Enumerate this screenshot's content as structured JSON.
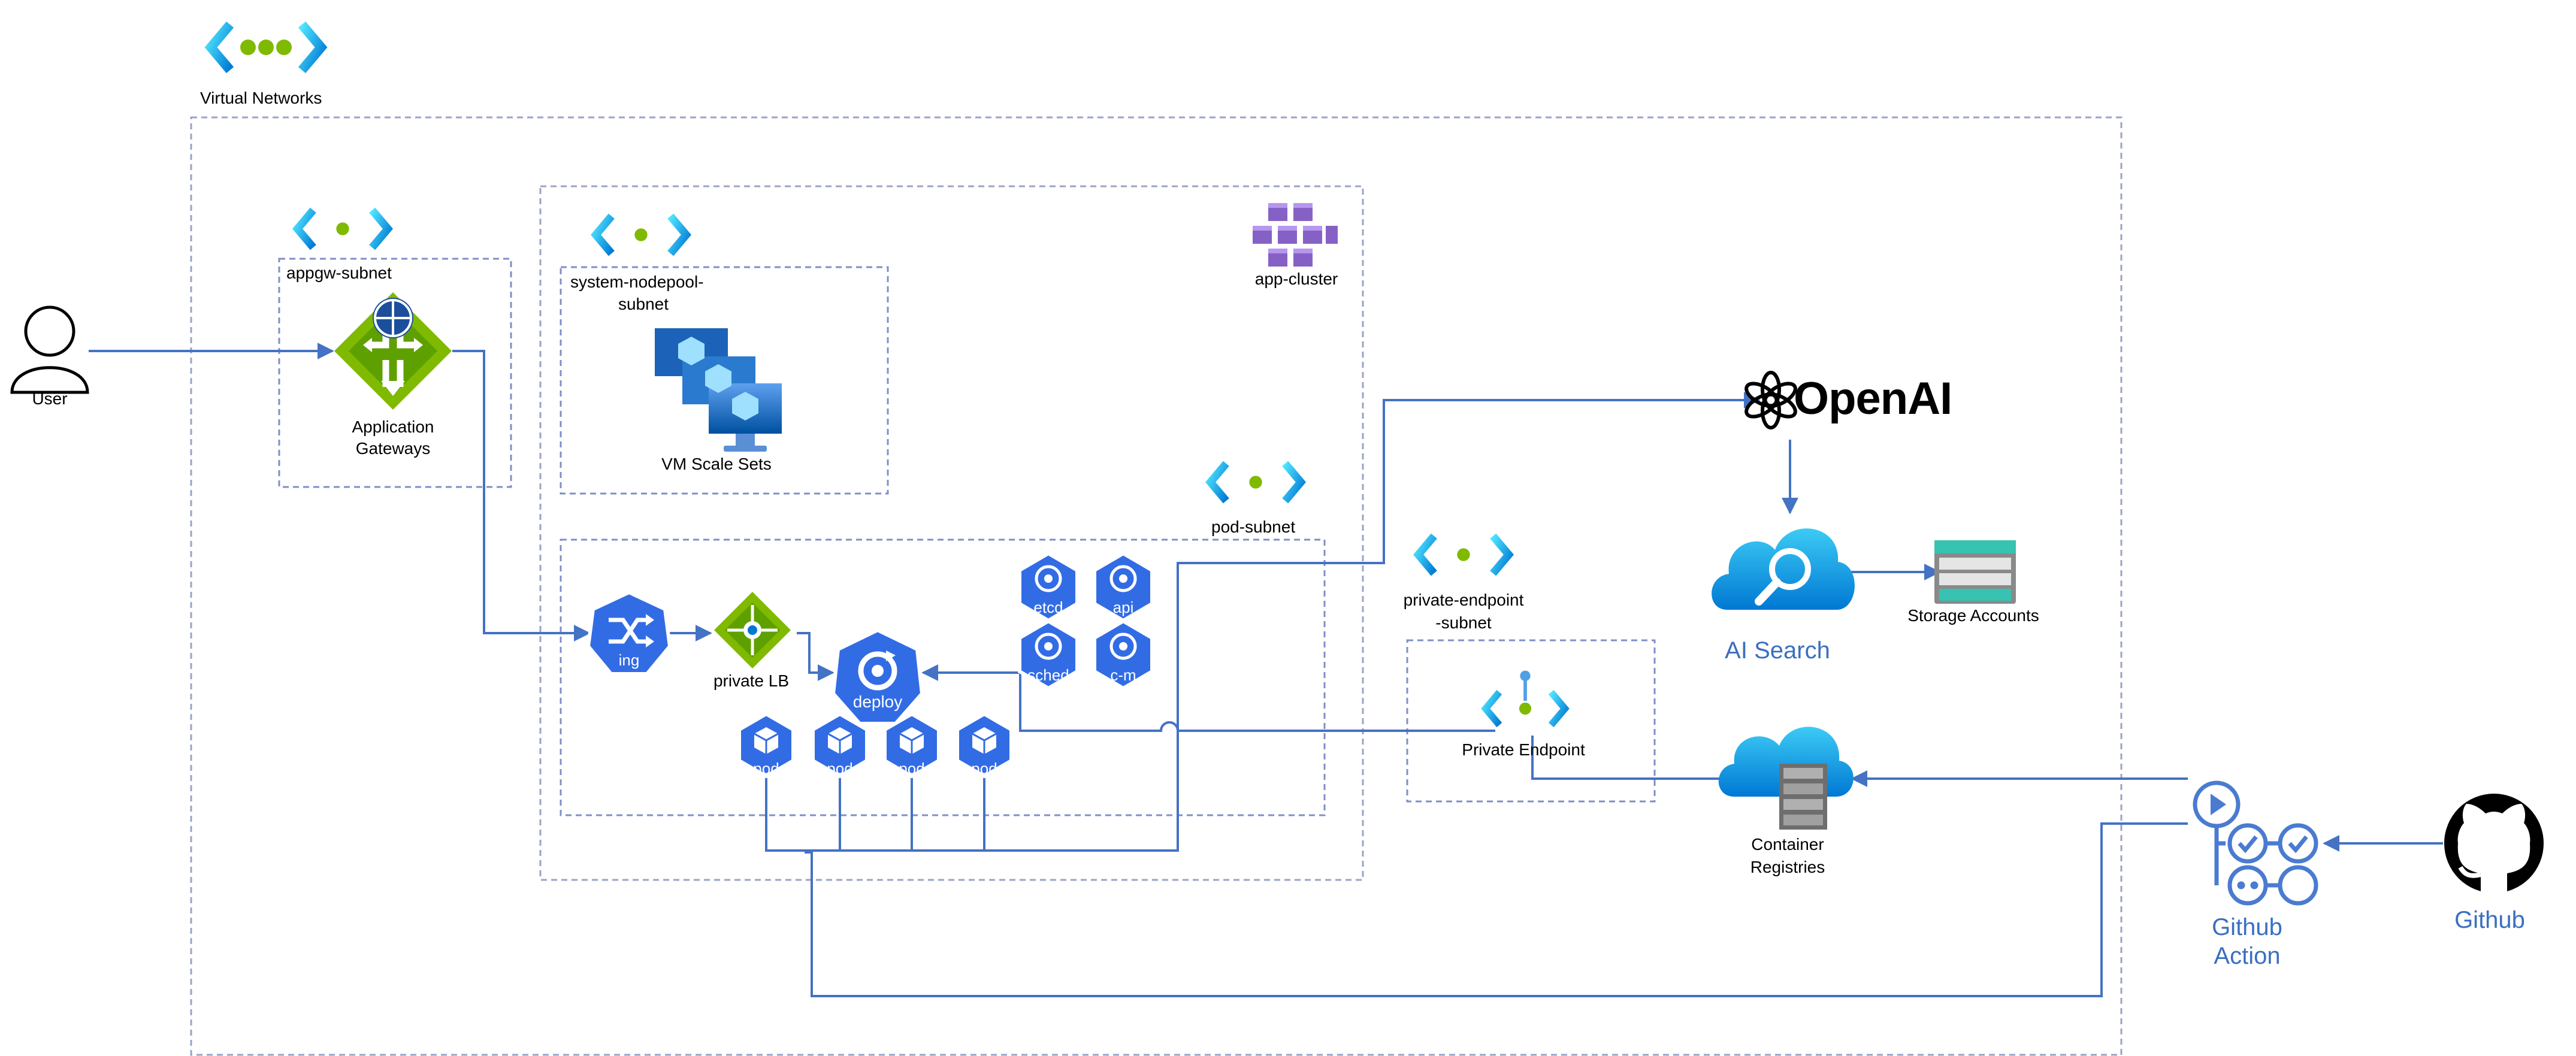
{
  "labels": {
    "virtual_networks": "Virtual Networks",
    "appgw_subnet": "appgw-subnet",
    "application_gateways_1": "Application",
    "application_gateways_2": "Gateways",
    "user": "User",
    "system_nodepool_1": "system-nodepool-",
    "system_nodepool_2": "subnet",
    "vm_scale_sets": "VM Scale Sets",
    "app_cluster": "app-cluster",
    "pod_subnet": "pod-subnet",
    "private_endpoint_subnet_1": "private-endpoint",
    "private_endpoint_subnet_2": "-subnet",
    "private_endpoint": "Private Endpoint",
    "private_lb": "private LB",
    "openai": "OpenAI",
    "ai_search": "AI Search",
    "storage_accounts": "Storage Accounts",
    "container_registries_1": "Container",
    "container_registries_2": "Registries",
    "github_action_1": "Github",
    "github_action_2": "Action",
    "github": "Github"
  },
  "k8s_icons": {
    "ing": "ing",
    "deploy": "deploy",
    "etcd": "etcd",
    "api": "api",
    "sched": "sched",
    "cm": "c-m",
    "pod": "pod"
  },
  "colors": {
    "line": "#4472c4",
    "dashed_border": "#9aa3c7",
    "k8s_blue": "#326ce5",
    "azure_blue": "#0078d4",
    "gateway_green": "#7fba00",
    "aks_purple": "#8661c5",
    "label_blue": "#3a6fc0"
  }
}
